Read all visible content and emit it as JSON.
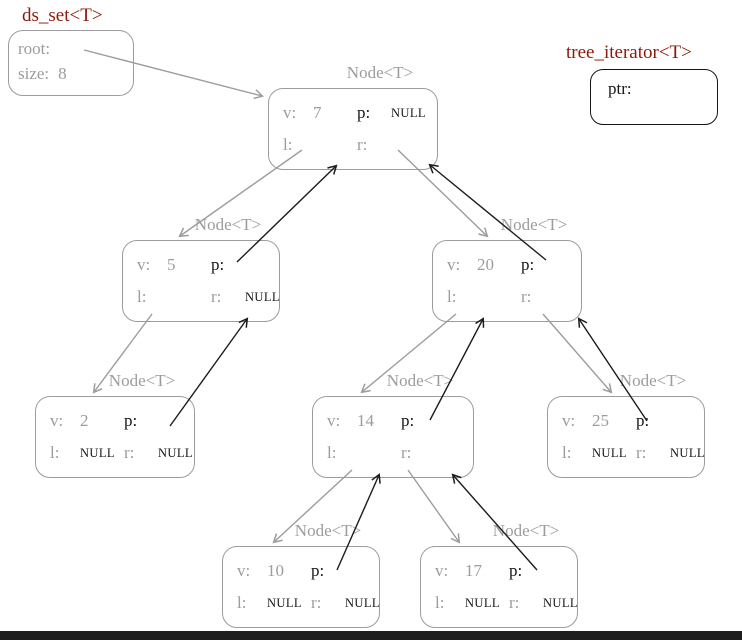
{
  "titles": {
    "ds_set": "ds_set<T>",
    "tree_iterator": "tree_iterator<T>"
  },
  "root_box": {
    "root_label": "root:",
    "size_label": "size:",
    "size_value": "8"
  },
  "iterator_box": {
    "ptr_label": "ptr:"
  },
  "labels": {
    "node_type": "Node<T>",
    "v": "v:",
    "p": "p:",
    "l": "l:",
    "r": "r:"
  },
  "nodes": [
    {
      "name": "node-7",
      "v": "7",
      "p": "NULL",
      "l": "",
      "r": ""
    },
    {
      "name": "node-5",
      "v": "5",
      "p": "",
      "l": "",
      "r": "NULL"
    },
    {
      "name": "node-20",
      "v": "20",
      "p": "",
      "l": "",
      "r": ""
    },
    {
      "name": "node-2",
      "v": "2",
      "p": "",
      "l": "NULL",
      "r": "NULL"
    },
    {
      "name": "node-14",
      "v": "14",
      "p": "",
      "l": "",
      "r": ""
    },
    {
      "name": "node-25",
      "v": "25",
      "p": "",
      "l": "NULL",
      "r": "NULL"
    },
    {
      "name": "node-10",
      "v": "10",
      "p": "",
      "l": "NULL",
      "r": "NULL"
    },
    {
      "name": "node-17",
      "v": "17",
      "p": "",
      "l": "NULL",
      "r": "NULL"
    }
  ],
  "colors": {
    "title-red": "#8b1a08",
    "gray": "#9c9c9c",
    "ink": "#151515",
    "edge-gray": "#9c9c9c",
    "edge-black": "#1c1c1c",
    "bottom-bar": "#1e1e1e"
  }
}
